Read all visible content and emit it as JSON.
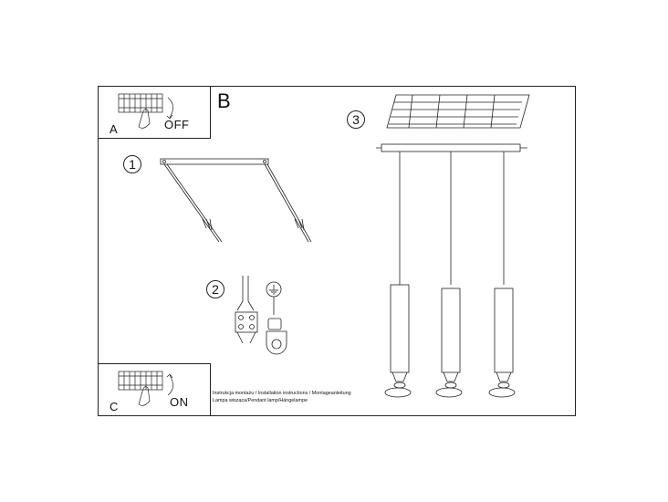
{
  "sheet": {
    "section_label": "B",
    "box_a": {
      "letter": "A",
      "state": "OFF"
    },
    "box_c": {
      "letter": "C",
      "state": "ON"
    },
    "steps": [
      "1",
      "2",
      "3"
    ],
    "caption_lines": [
      "Instrukcja montażu / Installation instructions / Montageanleitung",
      "Lampa wisząca/Pendant lamp/Hängelampe"
    ]
  }
}
